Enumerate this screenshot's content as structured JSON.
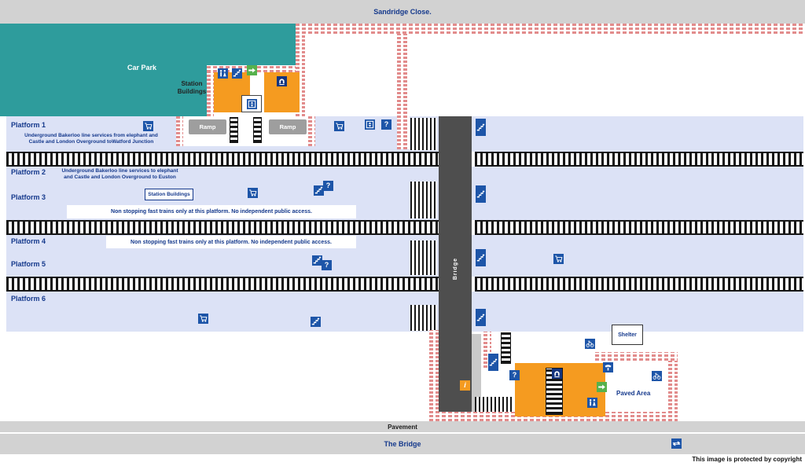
{
  "streets": {
    "north": "Sandridge Close.",
    "pavement": "Pavement",
    "south": "The Bridge"
  },
  "areas": {
    "car_park": "Car Park",
    "station_buildings_north": "Station Buildings",
    "station_buildings_island": "Station Buildings",
    "ramp_west": "Ramp",
    "ramp_east": "Ramp",
    "bridge": "Bridge",
    "shelter": "Shelter",
    "paved_area": "Paved Area"
  },
  "platforms": [
    {
      "label": "Platform 1",
      "note_line1": "Underground Bakerloo line services from elephant and",
      "note_line2": "Castle and London Overground toWatford Junction"
    },
    {
      "label": "Platform 2",
      "note_line1": "Underground Bakerloo line services to elephant",
      "note_line2": "and Castle and London Overground  to Euston"
    },
    {
      "label": "Platform 3",
      "note": "Non stopping fast trains only at this platform.  No independent public access."
    },
    {
      "label": "Platform 4",
      "note": "Non stopping fast trains only at this platform.  No independent public access."
    },
    {
      "label": "Platform 5"
    },
    {
      "label": "Platform 6"
    }
  ],
  "icons": {
    "info": "?",
    "help_point": "i",
    "stairs": "staircase",
    "bridge_stairs": "staircase",
    "trolley": "luggage-trolley",
    "lift": "lift",
    "toilets": "toilets",
    "ticket_office": "ticket-window",
    "telephone": "telephone-handset",
    "cycle_storage": "bicycle",
    "way_out": "green-arrow",
    "national_rail": "double-arrow"
  },
  "colors": {
    "car_park_teal": "#2E9C9C",
    "platform_lavender": "#DCE2F6",
    "building_orange": "#F59B20",
    "bridge_grey": "#4E4E4E",
    "street_grey": "#D2D2D2",
    "icon_blue": "#1D55A8",
    "way_out_green": "#56B14C",
    "text_navy": "#15398C",
    "brick_pink": "#E28C8C"
  },
  "meta": {
    "copyright": "This image is protected by copyright"
  }
}
